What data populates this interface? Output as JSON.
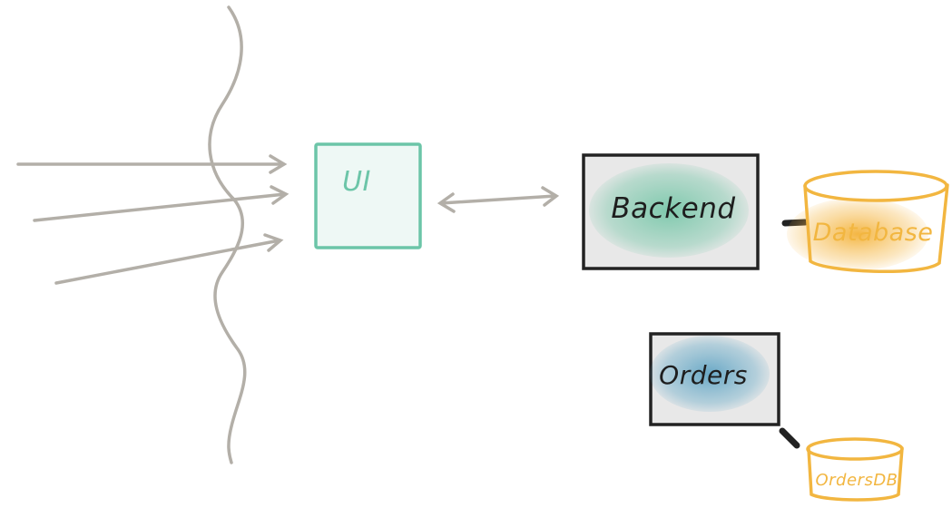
{
  "nodes": {
    "ui": {
      "label": "UI",
      "color": "#6cc5a8"
    },
    "backend": {
      "label": "Backend",
      "color": "#5dbf9a"
    },
    "database": {
      "label": "Database",
      "color": "#f2b640"
    },
    "orders": {
      "label": "Orders",
      "color": "#4f9fc2"
    },
    "orders_db": {
      "label": "OrdersDB",
      "color": "#f2b640"
    }
  },
  "colors": {
    "line": "#b3afa8",
    "box_border": "#222222",
    "box_fill": "#e8e8e8"
  }
}
